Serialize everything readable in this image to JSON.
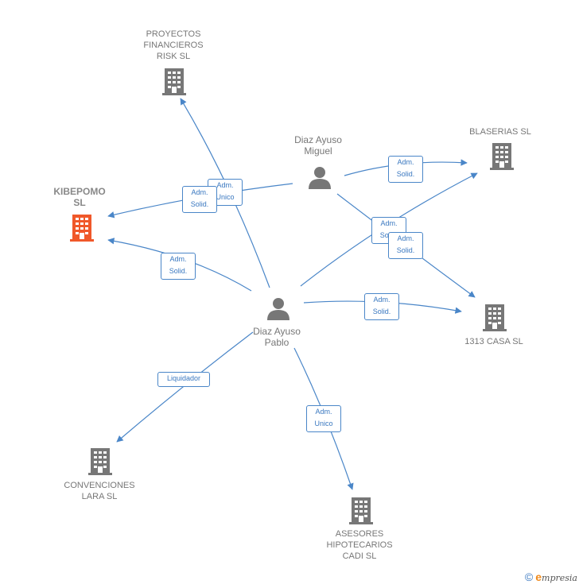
{
  "colors": {
    "edge": "#4a86c8",
    "building": "#777777",
    "building_main": "#f0582a",
    "person": "#777777"
  },
  "nodes": {
    "proyectos": {
      "label": "PROYECTOS\nFINANCIEROS\nRISK SL",
      "icon": "building-icon"
    },
    "blaserias": {
      "label": "BLASERIAS  SL",
      "icon": "building-icon"
    },
    "kibepomo": {
      "label": "KIBEPOMO\nSL",
      "icon": "building-icon"
    },
    "casa1313": {
      "label": "1313 CASA  SL",
      "icon": "building-icon"
    },
    "convenciones": {
      "label": "CONVENCIONES\nLARA SL",
      "icon": "building-icon"
    },
    "asesores": {
      "label": "ASESORES\nHIPOTECARIOS\nCADI SL",
      "icon": "building-icon"
    },
    "miguel": {
      "label": "Diaz Ayuso\nMiguel",
      "icon": "person-icon"
    },
    "pablo": {
      "label": "Diaz Ayuso\nPablo",
      "icon": "person-icon"
    }
  },
  "edges": {
    "miguel_blaserias": "Adm.\nSolid.",
    "miguel_kibepomo": "Adm.\nSolid.",
    "pablo_proyectos": "Adm.\nUnico",
    "pablo_blaserias": "Adm.\nSolid.",
    "miguel_casa": "Adm.\nSolid.",
    "pablo_kibepomo": "Adm.\nSolid.",
    "pablo_casa": "Adm.\nSolid.",
    "pablo_convenciones": "Liquidador",
    "pablo_asesores": "Adm.\nUnico"
  },
  "footer": {
    "copyright": "©",
    "brand_initial": "e",
    "brand_rest": "mpresia"
  }
}
